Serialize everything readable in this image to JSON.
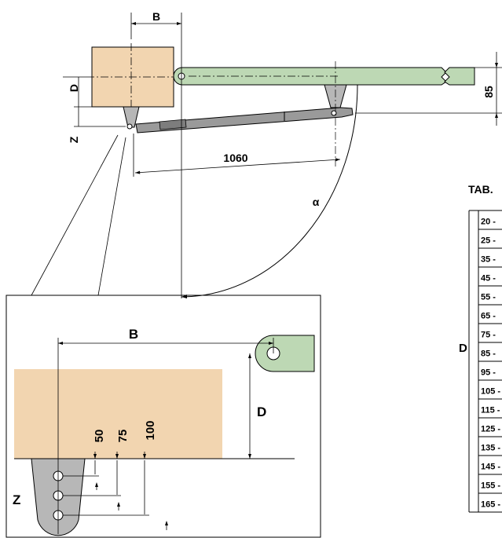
{
  "colors": {
    "pillar": "#f2d5b0",
    "leaf": "#bdd8b4",
    "bracket": "#b7b7b7",
    "actuator": "#9a9a9a",
    "line": "#000000"
  },
  "diagram": {
    "label_b_top": "B",
    "label_d_top": "D",
    "label_z_top": "Z",
    "label_85": "85",
    "label_1060": "1060",
    "label_alpha": "α"
  },
  "table": {
    "title": "TAB.",
    "group_label": "D",
    "rows": [
      "20 -",
      "25 -",
      "35 -",
      "45 -",
      "55 -",
      "65 -",
      "75 -",
      "85 -",
      "95 -",
      "105 -",
      "115 -",
      "125 -",
      "135 -",
      "145 -",
      "155 -",
      "165 -"
    ]
  },
  "detail": {
    "label_b": "B",
    "label_d": "D",
    "label_z": "Z",
    "hole_50": "50",
    "hole_75": "75",
    "hole_100": "100"
  }
}
